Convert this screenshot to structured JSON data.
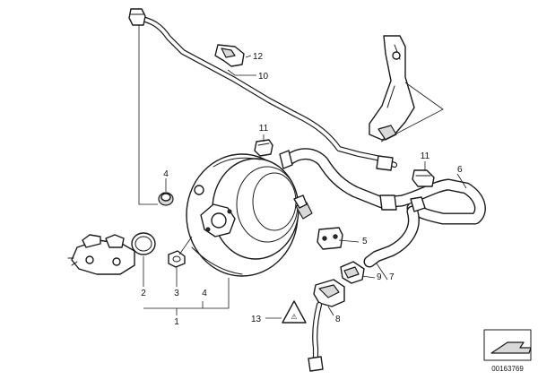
{
  "diagram": {
    "callouts": {
      "c1": "1",
      "c2": "2",
      "c3": "3",
      "c4a": "4",
      "c4b": "4",
      "c5": "5",
      "c6": "6",
      "c7": "7",
      "c8": "8",
      "c9": "9",
      "c10": "10",
      "c11a": "11",
      "c11b": "11",
      "c12": "12",
      "c13": "13"
    },
    "warning_glyph": "⚠",
    "code": "00163769"
  }
}
